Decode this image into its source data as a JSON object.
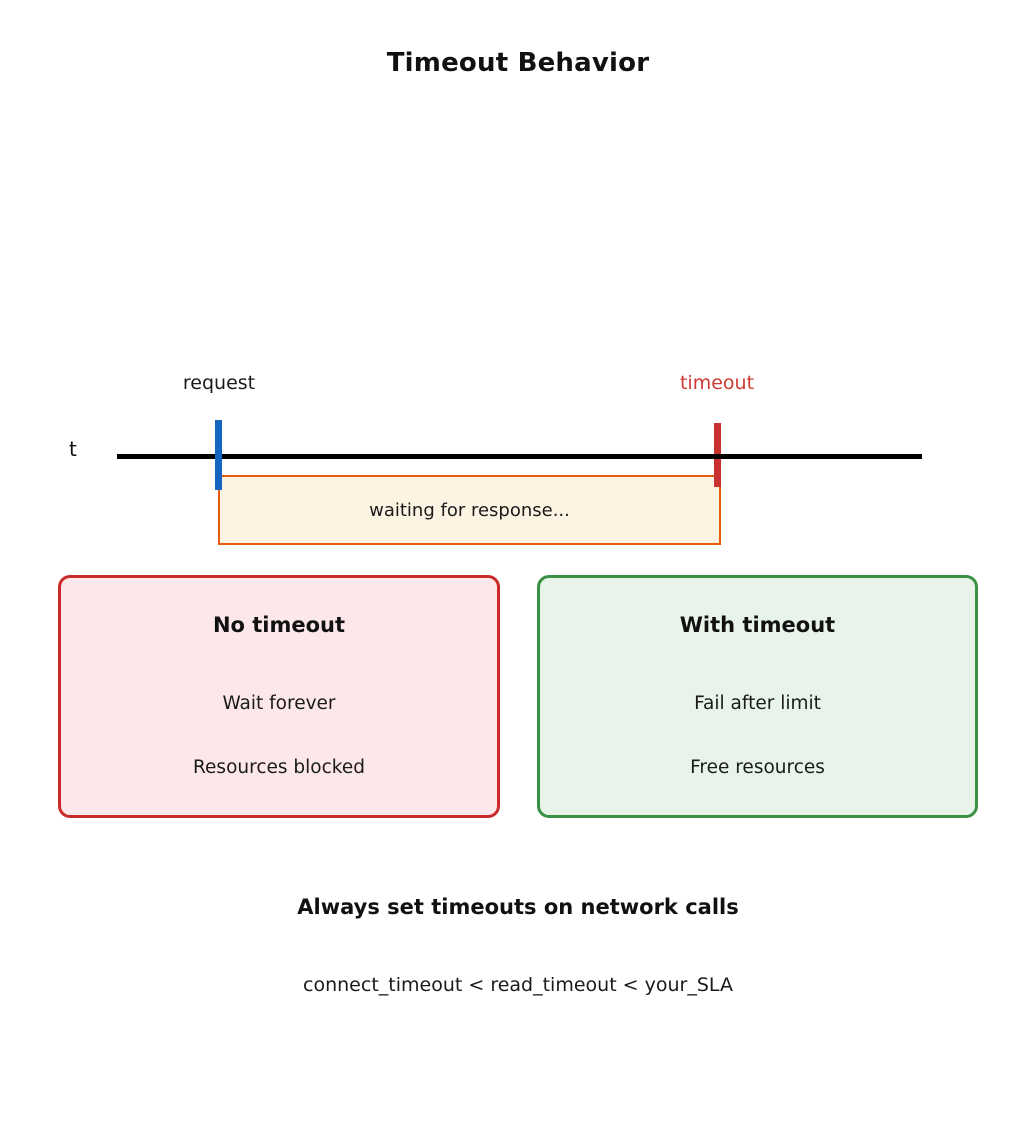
{
  "title": "Timeout Behavior",
  "timeline": {
    "axis_label": "t",
    "request_label": "request",
    "timeout_label": "timeout",
    "waiting_label": "waiting for response..."
  },
  "cards": [
    {
      "title": "No timeout",
      "lines": [
        "Wait forever",
        "Resources blocked"
      ]
    },
    {
      "title": "With timeout",
      "lines": [
        "Fail after limit",
        "Free resources"
      ]
    }
  ],
  "footer": {
    "headline": "Always set timeouts on network calls",
    "rule": "connect_timeout < read_timeout < your_SLA"
  },
  "colors": {
    "request_tick": "#1565c0",
    "timeout_tick": "#c93131",
    "timeout_label": "#cf3a32",
    "axis_line": "#000000",
    "waiting_border": "#e65c0c",
    "waiting_fill": "#fdf3e3",
    "no_timeout_border": "#c92b2b",
    "no_timeout_fill": "#fce8ea",
    "with_timeout_border": "#3a9144",
    "with_timeout_fill": "#e8f4e9"
  }
}
